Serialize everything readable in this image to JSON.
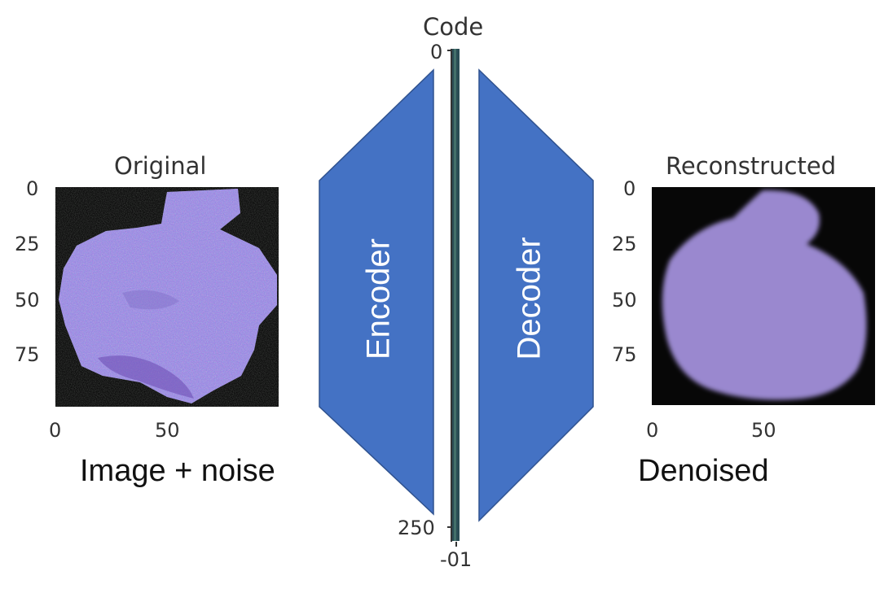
{
  "left_panel": {
    "title": "Original",
    "y_ticks": [
      "0",
      "25",
      "50",
      "75"
    ],
    "x_ticks": [
      "0",
      "50"
    ],
    "caption": "Image + noise"
  },
  "code_panel": {
    "title": "Code",
    "y_ticks": [
      "0",
      "250"
    ],
    "x_tick": "-01"
  },
  "encoder": {
    "label": "Encoder",
    "color": "#4472c4"
  },
  "decoder": {
    "label": "Decoder",
    "color": "#4472c4"
  },
  "right_panel": {
    "title": "Reconstructed",
    "y_ticks": [
      "0",
      "25",
      "50",
      "75"
    ],
    "x_ticks": [
      "0",
      "50"
    ],
    "caption": "Denoised"
  }
}
